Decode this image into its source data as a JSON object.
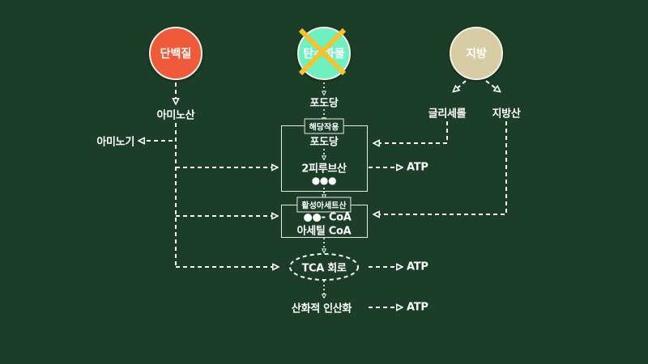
{
  "colors": {
    "background": "#1c3d28",
    "protein": "#ee5a3a",
    "carbohydrate": "#6ef0c0",
    "fat": "#d8cca4",
    "cross": "#f4c430",
    "line": "#ffffff"
  },
  "sources": {
    "protein": "단백질",
    "carbohydrate": "탄수화물",
    "fat": "지방"
  },
  "nodes": {
    "amino_acid": "아미노산",
    "amino_group": "아미노기",
    "glucose_top": "포도당",
    "glycerol": "글리세롤",
    "fatty_acid": "지방산",
    "glycolysis_tag": "해당작용",
    "glucose_inner": "포도당",
    "pyruvate": "2피루브산",
    "pyruvate_dots": "●●●",
    "activation_tag": "활성아세트산",
    "acyl_coa": "●●- CoA",
    "acetyl_coa": "아세틸 CoA",
    "tca": "TCA 회로",
    "oxphos": "산화적 인산화"
  },
  "outputs": {
    "atp_glycolysis": "ATP",
    "atp_tca": "ATP",
    "atp_oxphos": "ATP"
  },
  "crossed_out": [
    "carbohydrate"
  ]
}
